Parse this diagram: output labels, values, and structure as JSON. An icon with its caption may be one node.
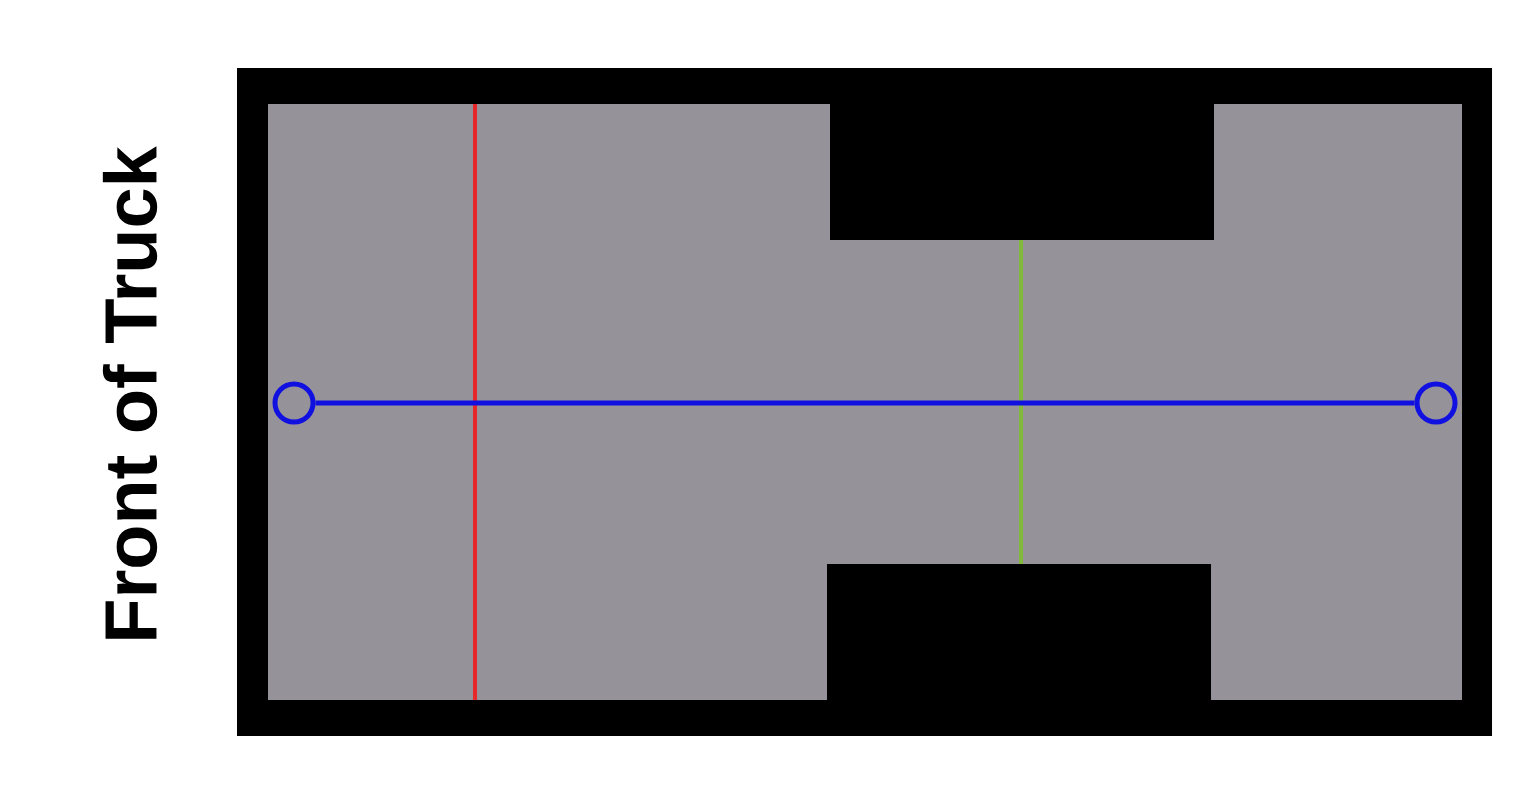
{
  "diagram": {
    "nodes": [
      {
        "text": [],
        "shape": "circle"
      },
      {
        "text": [],
        "shape": "circle"
      }
    ],
    "edges": [
      {
        "from": 0,
        "to": 1,
        "arrow": "none",
        "color": "#1010e0"
      }
    ],
    "labels": [
      "Front of Truck"
    ]
  }
}
